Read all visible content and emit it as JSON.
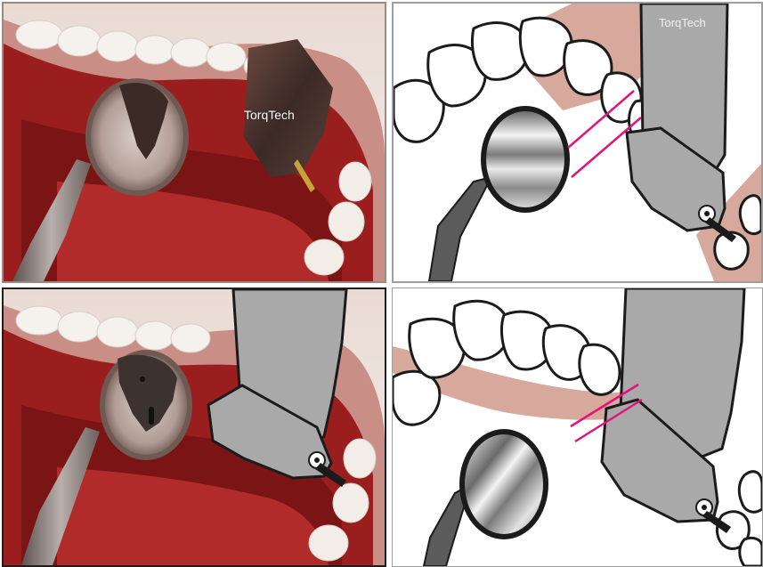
{
  "panels": [
    {
      "id": "photo-before",
      "brand_label": "TorqTech"
    },
    {
      "id": "illustration-before",
      "brand_label": "TorqTech"
    },
    {
      "id": "photo-after",
      "brand_label": ""
    },
    {
      "id": "illustration-after",
      "brand_label": ""
    }
  ],
  "colors": {
    "gum": "#d4a79a",
    "mouth_dark": "#7a1414",
    "mouth_red": "#a82424",
    "handpiece_gray": "#a9a9a9",
    "alignment_line": "#e0147a",
    "outline": "#1b1b1b"
  }
}
